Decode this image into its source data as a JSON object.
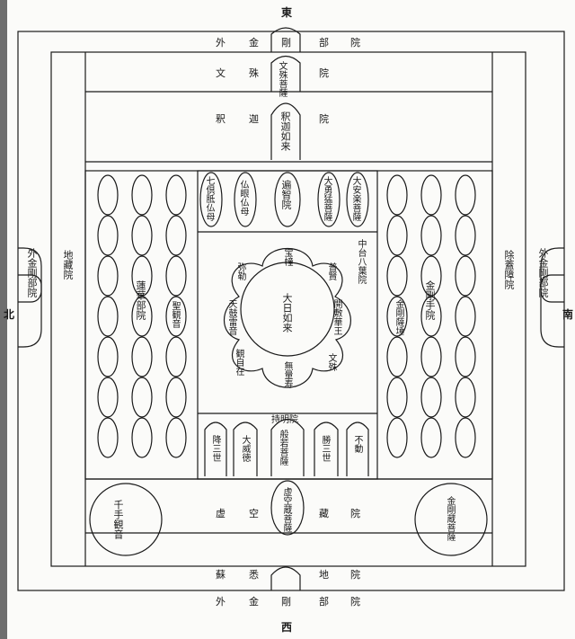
{
  "directions": {
    "east": "東",
    "west": "西",
    "south": "南",
    "north": "北"
  },
  "halls": {
    "outer_vajra_top": [
      "外",
      "金",
      "剛",
      "部",
      "院"
    ],
    "outer_vajra_bottom": [
      "外",
      "金",
      "剛",
      "部",
      "院"
    ],
    "outer_vajra_left": [
      "外",
      "金",
      "剛",
      "部",
      "院"
    ],
    "outer_vajra_right": [
      "外",
      "金",
      "剛",
      "部",
      "院"
    ],
    "manjusri_hall": {
      "left": [
        "文",
        "殊"
      ],
      "right": "院",
      "center": "文殊菩薩"
    },
    "sakya_hall": {
      "left": [
        "釈",
        "迦"
      ],
      "right": "院",
      "center": "釈迦如来"
    },
    "ksitigarbha_hall": "地藏院",
    "lotus_hall": "蓮華部院",
    "sarvanivarana_hall": "除蓋障院",
    "vajra_hand_hall": "金剛手院",
    "akasagarbha_hall": [
      "虚",
      "空",
      "藏",
      "院"
    ],
    "susiddhi_hall": [
      "蘇",
      "悉",
      "地",
      "院"
    ]
  },
  "deities": {
    "saint_avalokitesvara": "聖観音",
    "vajrasattva": "金剛薩埵",
    "thousand_armed": "千手観音",
    "vajra_treasury": "金剛蔵菩薩",
    "akasagarbha": "虚空蔵菩薩"
  },
  "east_court": [
    "大安楽菩薩",
    "大勇猛菩薩",
    "遍智院",
    "仏眼仏母",
    "七倶胝仏母"
  ],
  "central_court": {
    "label": "中台八葉院",
    "center": "大日如来",
    "petals": [
      "宝幢",
      "普賢",
      "開敷華王",
      "文殊",
      "無量寿",
      "観自在",
      "天鼓雷音",
      "弥勒"
    ]
  },
  "vidyaraja": {
    "label": "持明院",
    "items": [
      "降三世",
      "大威徳",
      "般若菩薩",
      "勝三世",
      "不動"
    ]
  }
}
